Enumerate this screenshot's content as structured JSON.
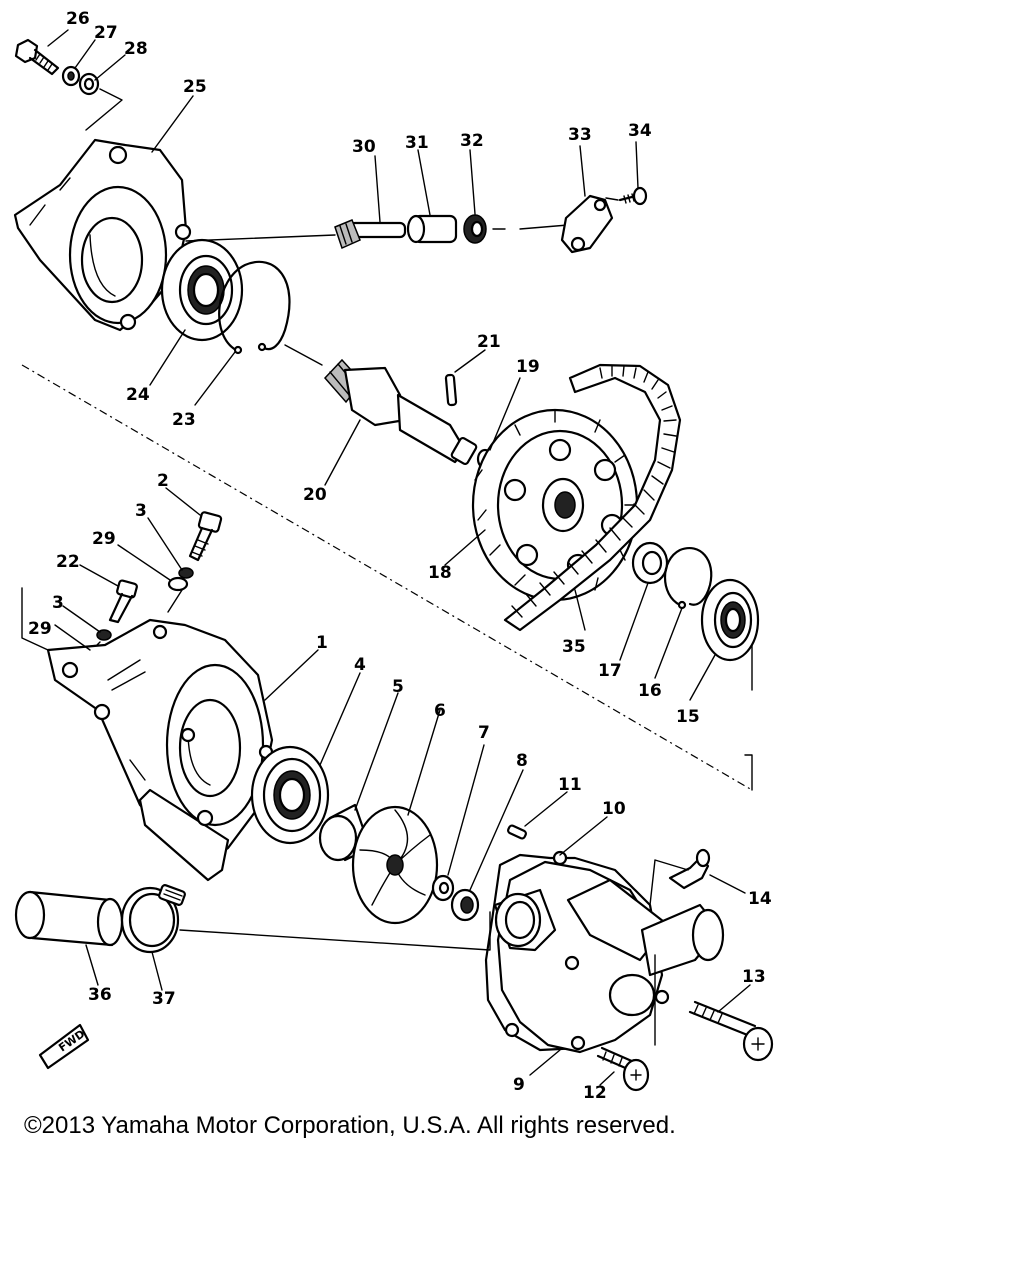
{
  "copyright": "©2013 Yamaha Motor Corporation, U.S.A. All rights reserved.",
  "fwd_label": "FWD",
  "callouts": [
    {
      "id": "1",
      "text": "1"
    },
    {
      "id": "2",
      "text": "2"
    },
    {
      "id": "3a",
      "text": "3"
    },
    {
      "id": "3b",
      "text": "3"
    },
    {
      "id": "4",
      "text": "4"
    },
    {
      "id": "5",
      "text": "5"
    },
    {
      "id": "6",
      "text": "6"
    },
    {
      "id": "7",
      "text": "7"
    },
    {
      "id": "8",
      "text": "8"
    },
    {
      "id": "9",
      "text": "9"
    },
    {
      "id": "10",
      "text": "10"
    },
    {
      "id": "11",
      "text": "11"
    },
    {
      "id": "12",
      "text": "12"
    },
    {
      "id": "13",
      "text": "13"
    },
    {
      "id": "14",
      "text": "14"
    },
    {
      "id": "15",
      "text": "15"
    },
    {
      "id": "16",
      "text": "16"
    },
    {
      "id": "17",
      "text": "17"
    },
    {
      "id": "18",
      "text": "18"
    },
    {
      "id": "19",
      "text": "19"
    },
    {
      "id": "20",
      "text": "20"
    },
    {
      "id": "21",
      "text": "21"
    },
    {
      "id": "22",
      "text": "22"
    },
    {
      "id": "23",
      "text": "23"
    },
    {
      "id": "24",
      "text": "24"
    },
    {
      "id": "25",
      "text": "25"
    },
    {
      "id": "26",
      "text": "26"
    },
    {
      "id": "27",
      "text": "27"
    },
    {
      "id": "28",
      "text": "28"
    },
    {
      "id": "29a",
      "text": "29"
    },
    {
      "id": "29b",
      "text": "29"
    },
    {
      "id": "30",
      "text": "30"
    },
    {
      "id": "31",
      "text": "31"
    },
    {
      "id": "32",
      "text": "32"
    },
    {
      "id": "33",
      "text": "33"
    },
    {
      "id": "34",
      "text": "34"
    },
    {
      "id": "35",
      "text": "35"
    },
    {
      "id": "36",
      "text": "36"
    },
    {
      "id": "37",
      "text": "37"
    }
  ]
}
